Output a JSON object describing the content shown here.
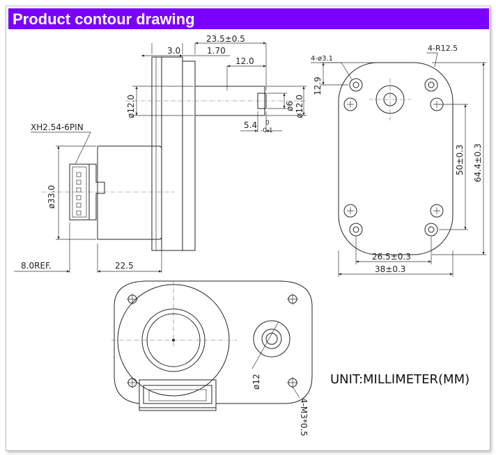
{
  "title": "Product contour drawing",
  "unit_note": "UNIT:MILLIMETER(MM)",
  "colors": {
    "banner": "#7a00ff",
    "banner_text": "#ffffff",
    "line": "#222222"
  },
  "dims": {
    "d23_5": "23.5±0.5",
    "d3_0": "3.0",
    "d1_70": "1.70",
    "d12_0": "12.0",
    "dia12_left": "ø12.0",
    "dia6": "ø6",
    "dia12_right": "ø12.0",
    "d5_4": "5.4",
    "tol_top": "0",
    "tol_bot": "-0.1",
    "connector": "XH2.54-6PIN",
    "dia33": "ø33.0",
    "d8_ref": "8.0REF.",
    "d22_5": "22.5",
    "holes": "4-ø3.1",
    "radius": "4-R12.5",
    "d12_9": "12.9",
    "d50": "50±0.3",
    "d64_4": "64.4±0.3",
    "d26_5": "26.5±0.3",
    "d38": "38±0.3",
    "dia12_bottom": "ø12",
    "m3": "4-M3*0.5"
  }
}
